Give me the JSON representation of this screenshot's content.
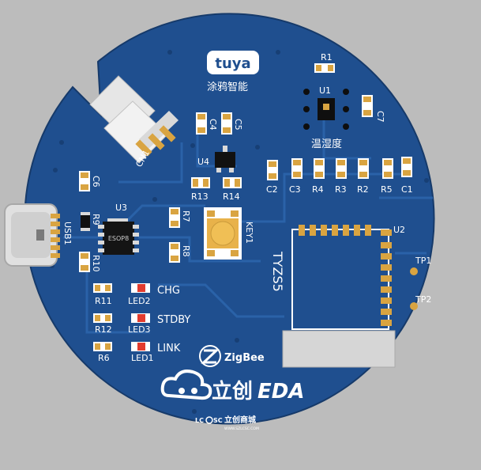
{
  "brand": {
    "tuya_logo": "tuya",
    "tuya_cn": "涂鸦智能",
    "sensor_cn": "温湿度",
    "zigbee": "ZigBee",
    "eda_cn": "立创",
    "eda": "EDA",
    "lcsc_cn": "立创商城",
    "lcsc_url": "WWW.SZLCSC.COM",
    "lcsc_logo": "LC",
    "lcsc_logo2": "SC"
  },
  "labels": {
    "r1": "R1",
    "u1": "U1",
    "c7": "C7",
    "c4": "C4",
    "c5": "C5",
    "u4": "U4",
    "cn1": "CN1",
    "r13": "R13",
    "r14": "R14",
    "c6": "C6",
    "c2": "C2",
    "c3": "C3",
    "r4": "R4",
    "r3": "R3",
    "r2": "R2",
    "r5": "R5",
    "c1": "C1",
    "u3": "U3",
    "esop8": "ESOP8",
    "r9": "R9",
    "usb1": "USB1",
    "r10": "R10",
    "r7": "R7",
    "r8": "R8",
    "key1": "KEY1",
    "u2": "U2",
    "tyzs5": "TYZS5",
    "tp1": "TP1",
    "tp2": "TP2",
    "r11": "R11",
    "led2": "LED2",
    "chg": "CHG",
    "r12": "R12",
    "led3": "LED3",
    "stdby": "STDBY",
    "r6": "R6",
    "led1": "LED1",
    "link": "LINK"
  },
  "colors": {
    "board": "#1f4f8f",
    "copper": "#24599b",
    "silk": "#ffffff",
    "pad": "#d9a441",
    "background": "#bcbcbc"
  }
}
